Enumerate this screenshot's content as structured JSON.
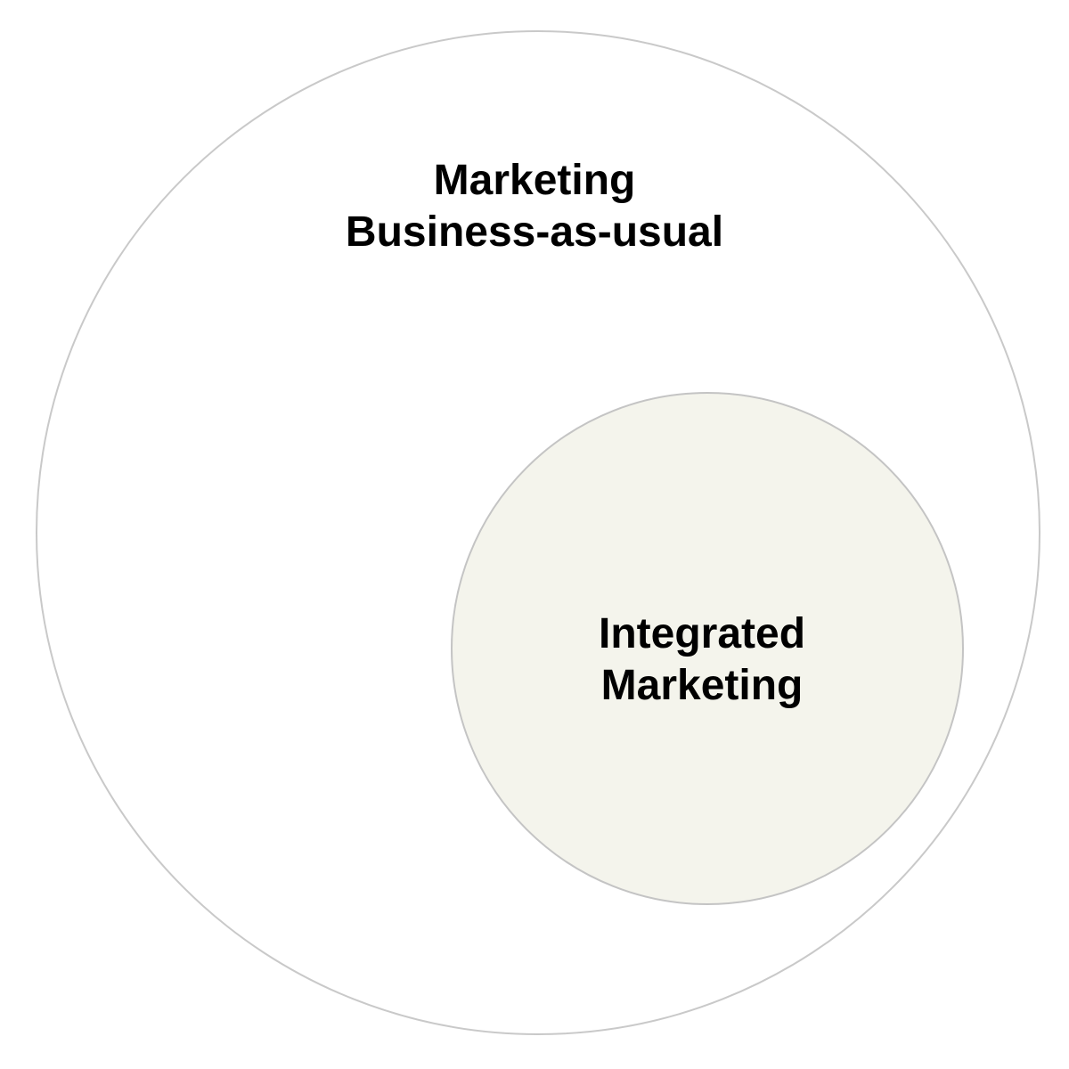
{
  "diagram": {
    "outer": {
      "lines": [
        "Marketing",
        "Business-as-usual"
      ]
    },
    "inner": {
      "lines": [
        "Integrated",
        "Marketing"
      ],
      "fill_color": "#f4f4ec"
    },
    "border_color": "#c9c9c9"
  }
}
